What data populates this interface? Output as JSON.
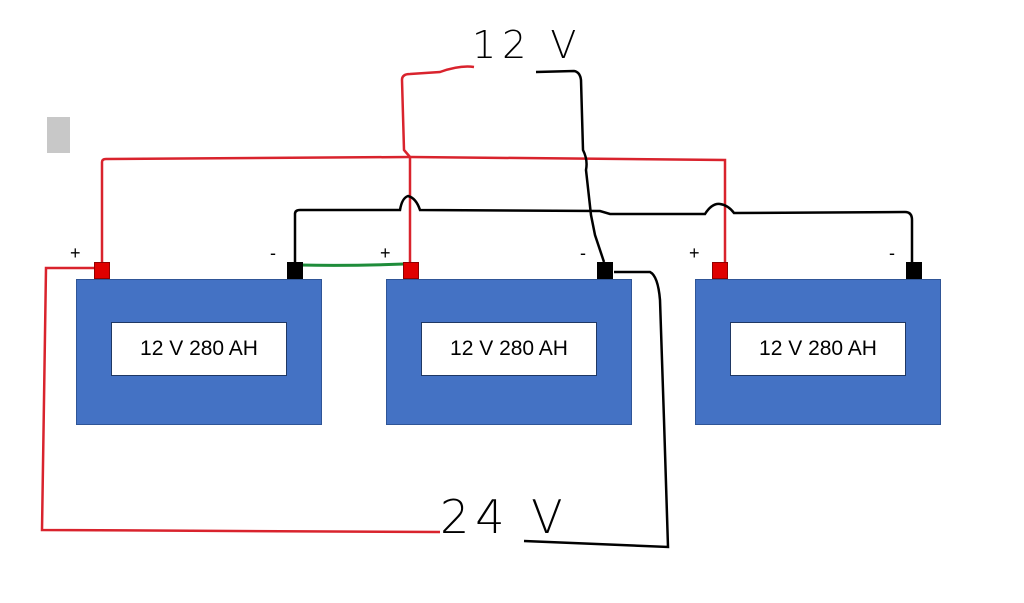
{
  "batteries": [
    {
      "label": "12 V 280 AH",
      "positive_sign": "+",
      "negative_sign": "-"
    },
    {
      "label": "12 V 280 AH",
      "positive_sign": "+",
      "negative_sign": "-"
    },
    {
      "label": "12 V 280 AH",
      "positive_sign": "+",
      "negative_sign": "-"
    }
  ],
  "annotations": {
    "top_voltage": "12 V",
    "bottom_voltage": "24 V"
  },
  "colors": {
    "battery_fill": "#4472c4",
    "positive_wire": "#d9232d",
    "negative_wire": "#000000",
    "series_link": "#1e8c3a"
  }
}
